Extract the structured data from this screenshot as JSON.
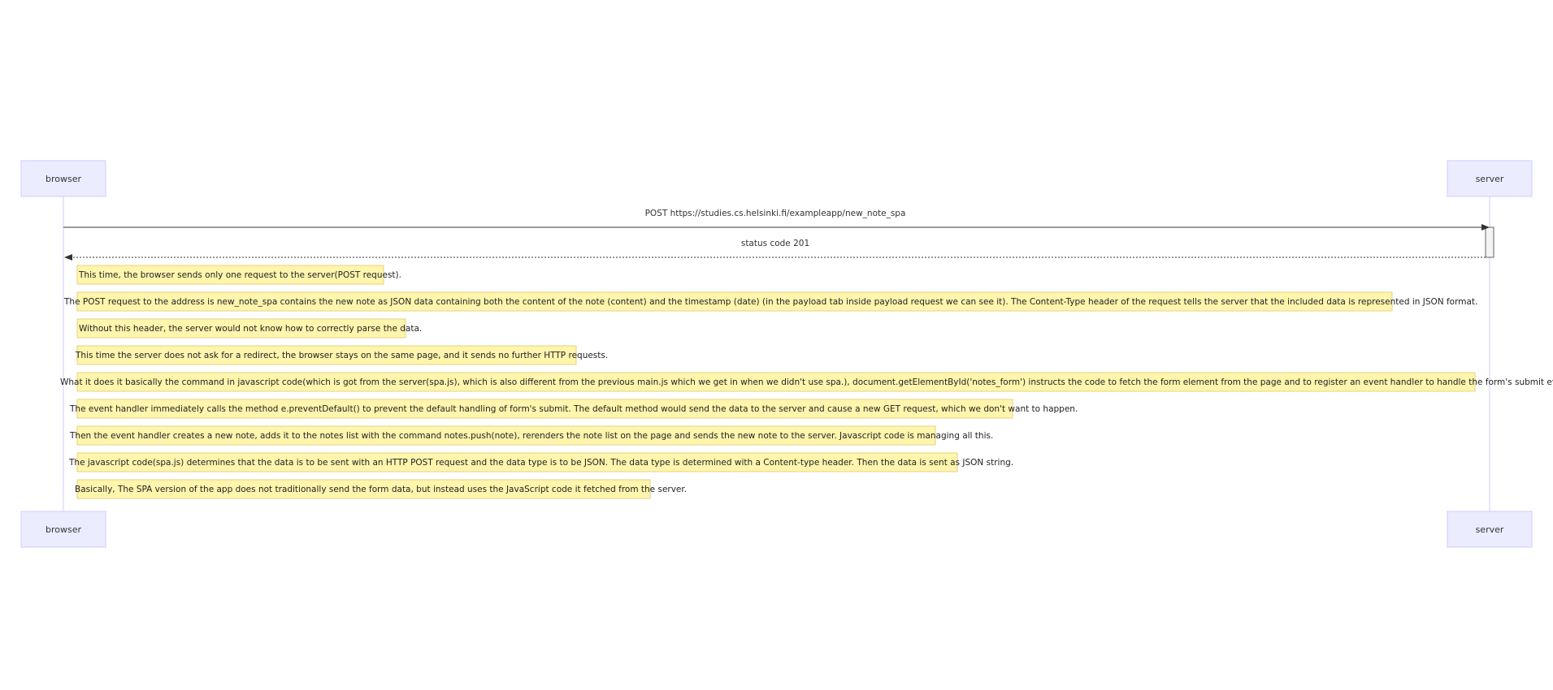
{
  "participants": {
    "left": "browser",
    "right": "server"
  },
  "messages": {
    "request": "POST https://studies.cs.helsinki.fi/exampleapp/new_note_spa",
    "response": "status code 201"
  },
  "notes": [
    "This time, the browser sends only one request to the server(POST request).",
    "The POST request to the address is new_note_spa contains the new note as JSON data containing both the content of the note (content) and the timestamp (date) (in the payload tab inside payload request we can see it). The Content-Type header of the request tells the server that the included data is represented in JSON format.",
    "Without this header, the server would not know how to correctly parse the data.",
    "This time the server does not ask for a redirect, the browser stays on the same page, and it sends no further HTTP requests.",
    "What it does it basically the command in javascript code(which is got from the server(spa.js), which is also different from the previous main.js which we get in when we didn't use spa.), document.getElementById('notes_form') instructs the code to fetch the form element from the page and to register an event handler to handle the form's submit event.",
    "The event handler immediately calls the method e.preventDefault() to prevent the default handling of form's submit. The default method would send the data to the server and cause a new GET request, which we don't want to happen.",
    "Then the event handler creates a new note, adds it to the notes list with the command notes.push(note), rerenders the note list on the page and sends the new note to the server. Javascript code is managing all this.",
    "The javascript code(spa.js) determines that the data is to be sent with an HTTP POST request and the data type is to be JSON. The data type is determined with a Content-type header. Then the data is sent as JSON string.",
    "Basically, The SPA version of the app does not traditionally send the form data, but instead uses the JavaScript code it fetched from the server."
  ],
  "colors": {
    "actor_fill": "#ECECFF",
    "actor_border": "#CCCCFF",
    "lifeline": "#CCCCFF",
    "note_fill": "#FFF5AD",
    "note_border": "#E6D280",
    "line": "#333333"
  }
}
